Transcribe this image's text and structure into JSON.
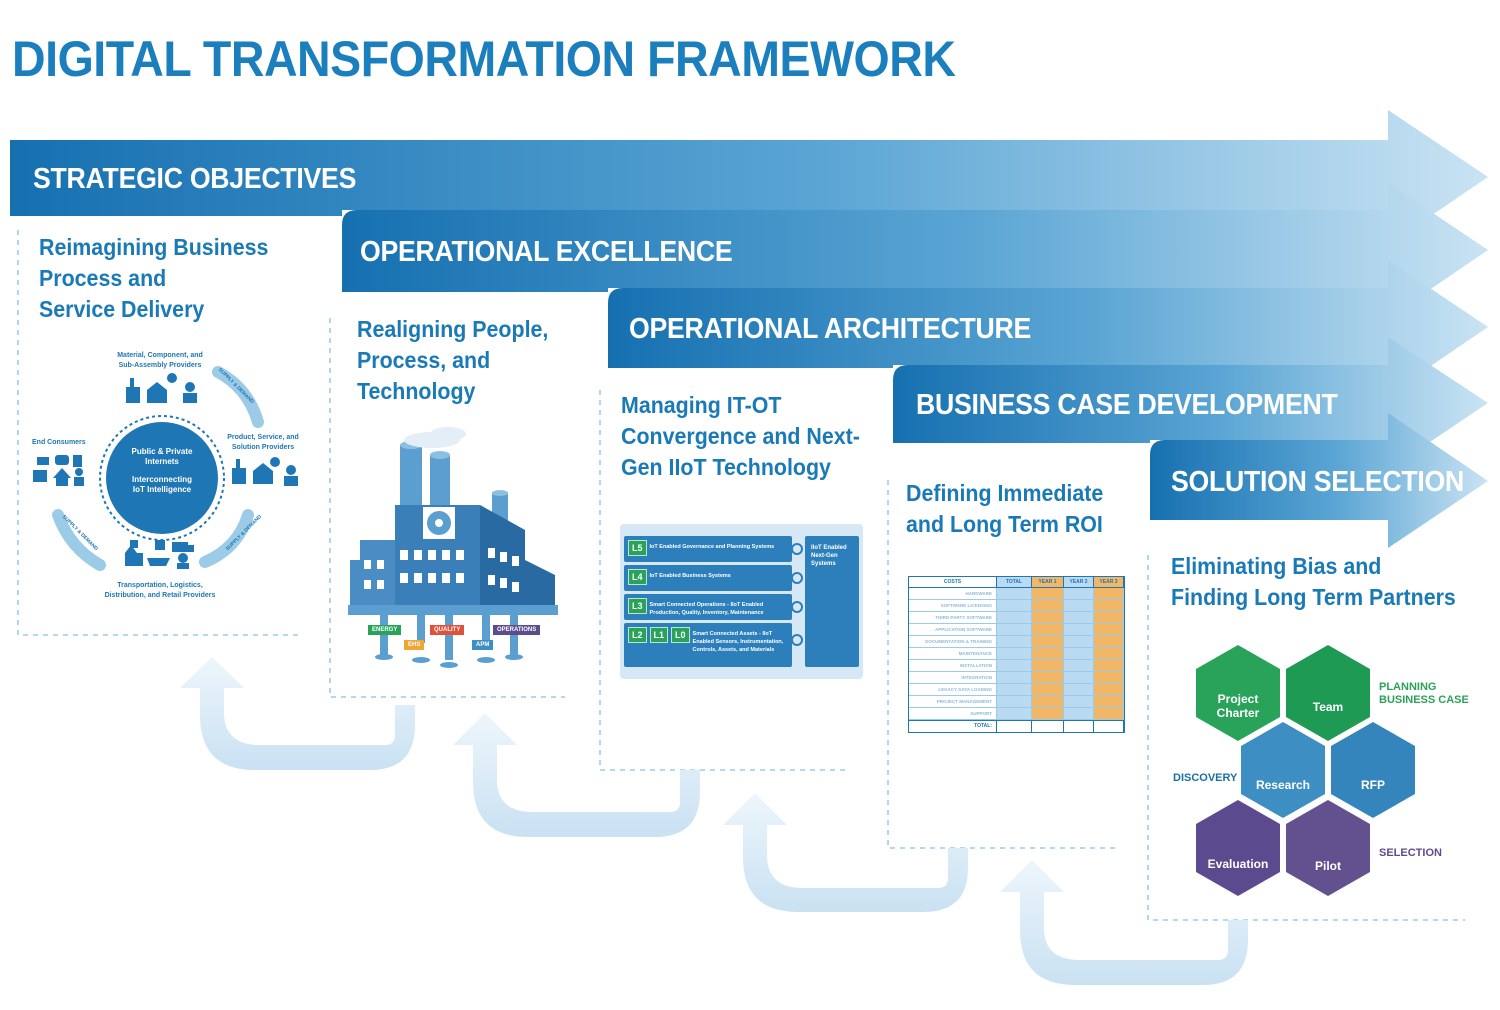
{
  "title": "DIGITAL TRANSFORMATION FRAMEWORK",
  "colors": {
    "primary": "#1b7fbd",
    "dark": "#1a6fa8",
    "green": "#2aa35a",
    "blue_hex": "#3d8ec3",
    "purple": "#5e4b8f",
    "light_arrow": "#d6e8f5"
  },
  "stages": [
    {
      "label": "STRATEGIC OBJECTIVES",
      "subtitle": [
        "Reimagining Business",
        "Process and",
        "Service Delivery"
      ]
    },
    {
      "label": "OPERATIONAL EXCELLENCE",
      "subtitle": [
        "Realigning People,",
        "Process, and",
        "Technology"
      ]
    },
    {
      "label": "OPERATIONAL ARCHITECTURE",
      "subtitle": [
        "Managing IT-OT",
        "Convergence and Next-",
        "Gen IIoT Technology"
      ]
    },
    {
      "label": "BUSINESS CASE DEVELOPMENT",
      "subtitle": [
        "Defining Immediate",
        "and Long Term ROI"
      ]
    },
    {
      "label": "SOLUTION SELECTION",
      "subtitle": [
        "Eliminating Bias and",
        "Finding Long Term Partners"
      ]
    }
  ],
  "cycle": {
    "center": [
      "Public & Private",
      "Internets",
      "Interconnecting",
      "IoT Intelligence"
    ],
    "top": [
      "Material, Component, and",
      "Sub-Assembly Providers"
    ],
    "right": [
      "Product, Service, and",
      "Solution Providers"
    ],
    "left": "End Consumers",
    "bottom": [
      "Transportation, Logistics,",
      "Distribution, and Retail Providers"
    ],
    "arrow_label": "SUPPLY & DEMAND"
  },
  "factory": {
    "tags": [
      "ENERGY",
      "QUALITY",
      "OPERATIONS",
      "EHS",
      "APM"
    ]
  },
  "architecture": {
    "rows": [
      {
        "levels": [
          "L5"
        ],
        "text": "IoT Enabled Governance and Planning Systems"
      },
      {
        "levels": [
          "L4"
        ],
        "text": "IoT Enabled Business Systems"
      },
      {
        "levels": [
          "L3"
        ],
        "text": "Smart Connected Operations - IIoT Enabled Production, Quality, Inventory, Maintenance"
      },
      {
        "levels": [
          "L2",
          "L1",
          "L0"
        ],
        "text": "Smart Connected Assets - IIoT Enabled Sensors, Instrumentation, Controls, Assets, and Materials"
      }
    ],
    "side": "IIoT Enabled Next-Gen Systems"
  },
  "costs_table": {
    "headers": [
      "COSTS",
      "TOTAL",
      "YEAR 1",
      "YEAR 2",
      "YEAR 3"
    ],
    "rows": [
      "HARDWARE",
      "SOFTWARE LICENSING",
      "THIRD PARTY SOFTWARE",
      "APPLICATION SOFTWARE",
      "DOCUMENTATION & TRAINING",
      "MAINTENANCE",
      "INSTALLATION",
      "INTEGRATION",
      "LEGACY DATA LOADING",
      "PROJECT MANAGEMENT",
      "SUPPORT"
    ],
    "total_label": "TOTAL:"
  },
  "hexes": {
    "project_charter": "Project Charter",
    "team": "Team",
    "research": "Research",
    "rfp": "RFP",
    "evaluation": "Evaluation",
    "pilot": "Pilot",
    "planning": "PLANNING",
    "business_case": "BUSINESS CASE",
    "discovery": "DISCOVERY",
    "selection": "SELECTION"
  }
}
